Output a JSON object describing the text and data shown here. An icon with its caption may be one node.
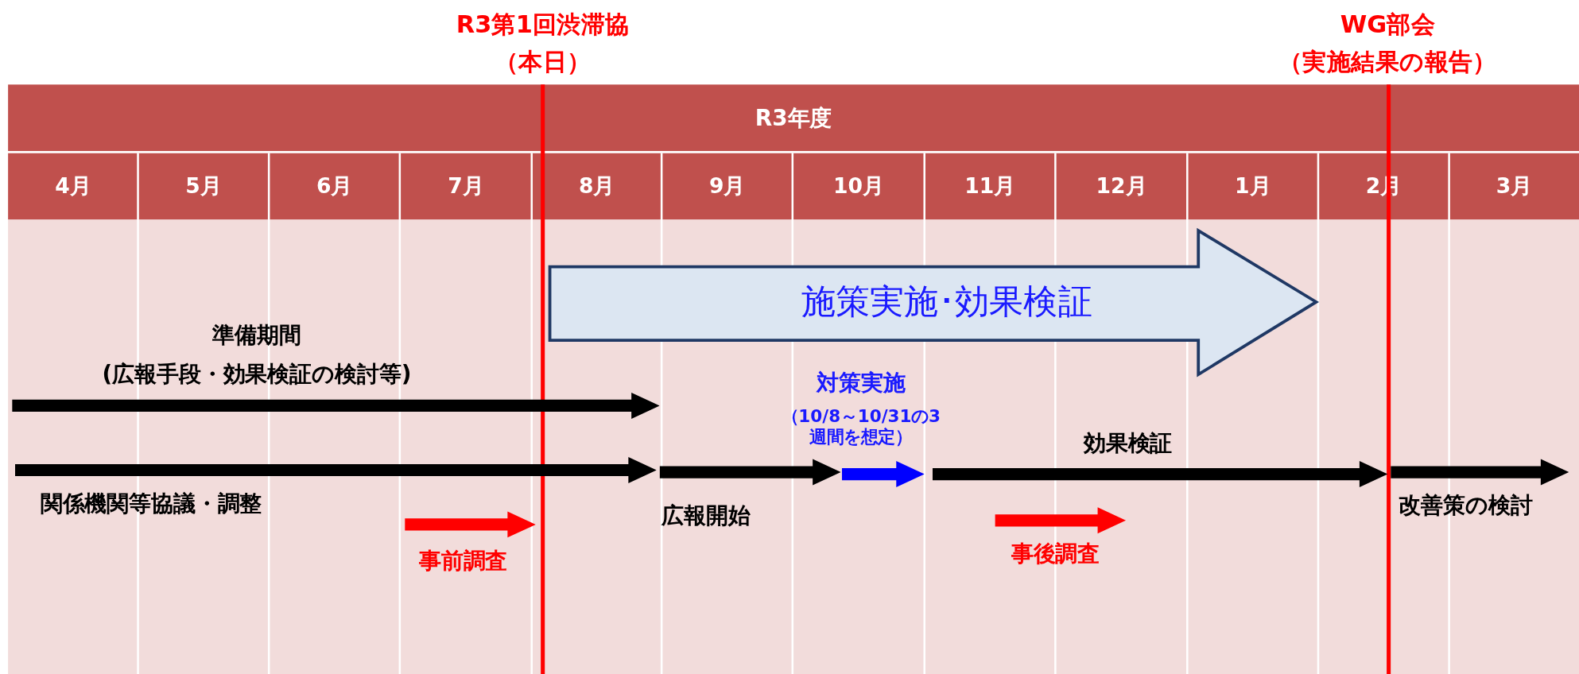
{
  "diagram": {
    "nodes": [
      {
        "text": [
          "R3第1回渋滞協",
          "（本日）"
        ]
      },
      {
        "text": [
          "WG部会",
          "（実施結果の報告）"
        ]
      },
      {
        "text": [
          "施策実施･効果検証"
        ]
      },
      {
        "text": [
          "準備期間",
          "(広報手段・効果検証の検討等)"
        ]
      },
      {
        "text": [
          "関係機関等協議・調整"
        ]
      },
      {
        "text": [
          "広報開始"
        ]
      },
      {
        "text": [
          "対策実施",
          "（10/8～10/31の3週間を想定）"
        ]
      },
      {
        "text": [
          "効果検証"
        ]
      },
      {
        "text": [
          "改善策の検討"
        ]
      },
      {
        "text": [
          "事前調査"
        ]
      },
      {
        "text": [
          "事後調査"
        ]
      }
    ],
    "labels": [
      "R3年度",
      "4月",
      "5月",
      "6月",
      "7月",
      "8月",
      "9月",
      "10月",
      "11月",
      "12月",
      "1月",
      "2月",
      "3月"
    ]
  }
}
